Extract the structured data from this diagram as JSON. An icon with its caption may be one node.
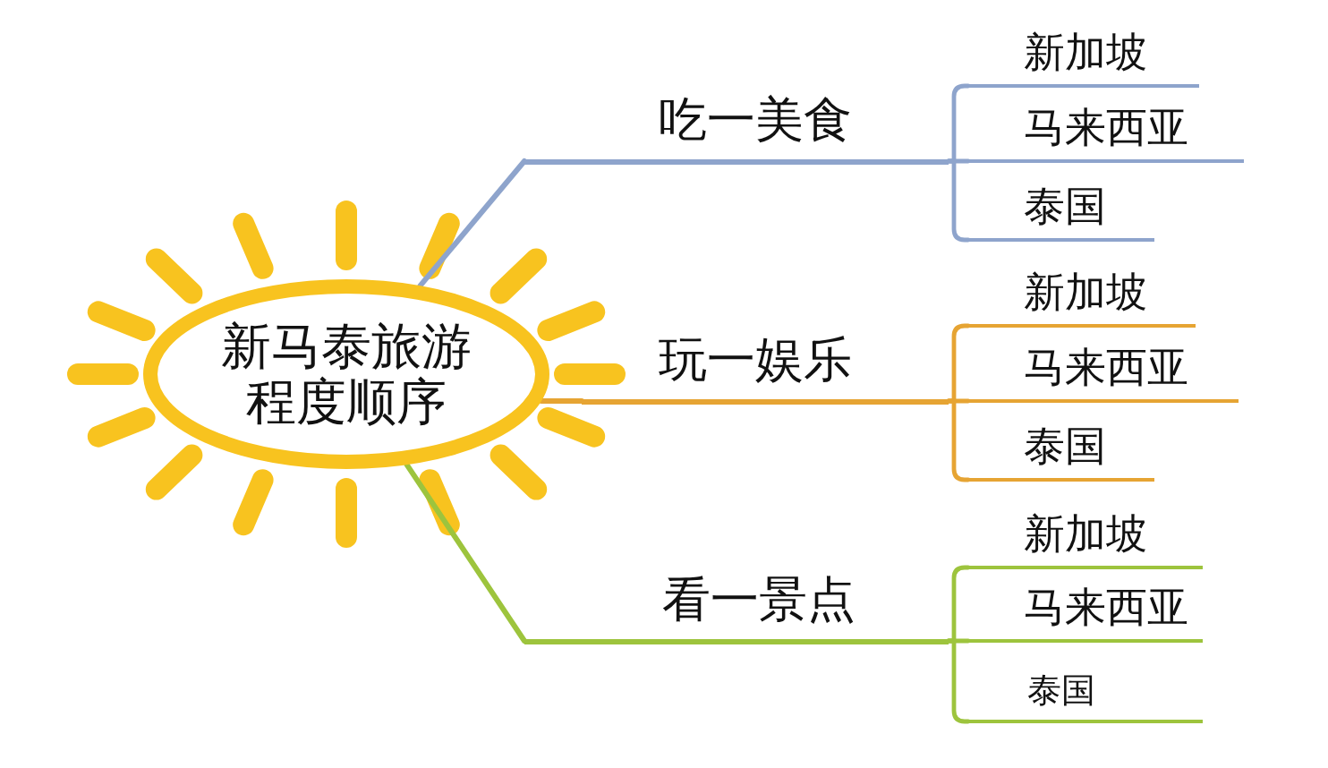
{
  "diagram": {
    "nodes": [
      {
        "text": [
          "新马泰旅游程度顺序"
        ]
      },
      {
        "text": [
          "吃一美食"
        ]
      },
      {
        "text": [
          "新加坡"
        ]
      },
      {
        "text": [
          "马来西亚"
        ]
      },
      {
        "text": [
          "泰国"
        ]
      },
      {
        "text": [
          "玩一娱乐"
        ]
      },
      {
        "text": [
          "新加坡"
        ]
      },
      {
        "text": [
          "马来西亚"
        ]
      },
      {
        "text": [
          "泰国"
        ]
      },
      {
        "text": [
          "看一景点"
        ]
      },
      {
        "text": [
          "新加坡"
        ]
      },
      {
        "text": [
          "马来西亚"
        ]
      },
      {
        "text": [
          "泰国"
        ]
      }
    ],
    "edges": [
      {
        "from": 0,
        "to": 1,
        "arrow": "none",
        "color": "#8ea4cc"
      },
      {
        "from": 1,
        "to": 2,
        "arrow": "none",
        "color": "#8ea4cc"
      },
      {
        "from": 1,
        "to": 3,
        "arrow": "none",
        "color": "#8ea4cc"
      },
      {
        "from": 1,
        "to": 4,
        "arrow": "none",
        "color": "#8ea4cc"
      },
      {
        "from": 0,
        "to": 5,
        "arrow": "none",
        "color": "#e6a433"
      },
      {
        "from": 5,
        "to": 6,
        "arrow": "none",
        "color": "#e6a433"
      },
      {
        "from": 5,
        "to": 7,
        "arrow": "none",
        "color": "#e6a433"
      },
      {
        "from": 5,
        "to": 8,
        "arrow": "none",
        "color": "#e6a433"
      },
      {
        "from": 0,
        "to": 9,
        "arrow": "none",
        "color": "#9dc43d"
      },
      {
        "from": 9,
        "to": 10,
        "arrow": "none",
        "color": "#9dc43d"
      },
      {
        "from": 9,
        "to": 11,
        "arrow": "none",
        "color": "#9dc43d"
      },
      {
        "from": 9,
        "to": 12,
        "arrow": "none",
        "color": "#9dc43d"
      }
    ]
  }
}
